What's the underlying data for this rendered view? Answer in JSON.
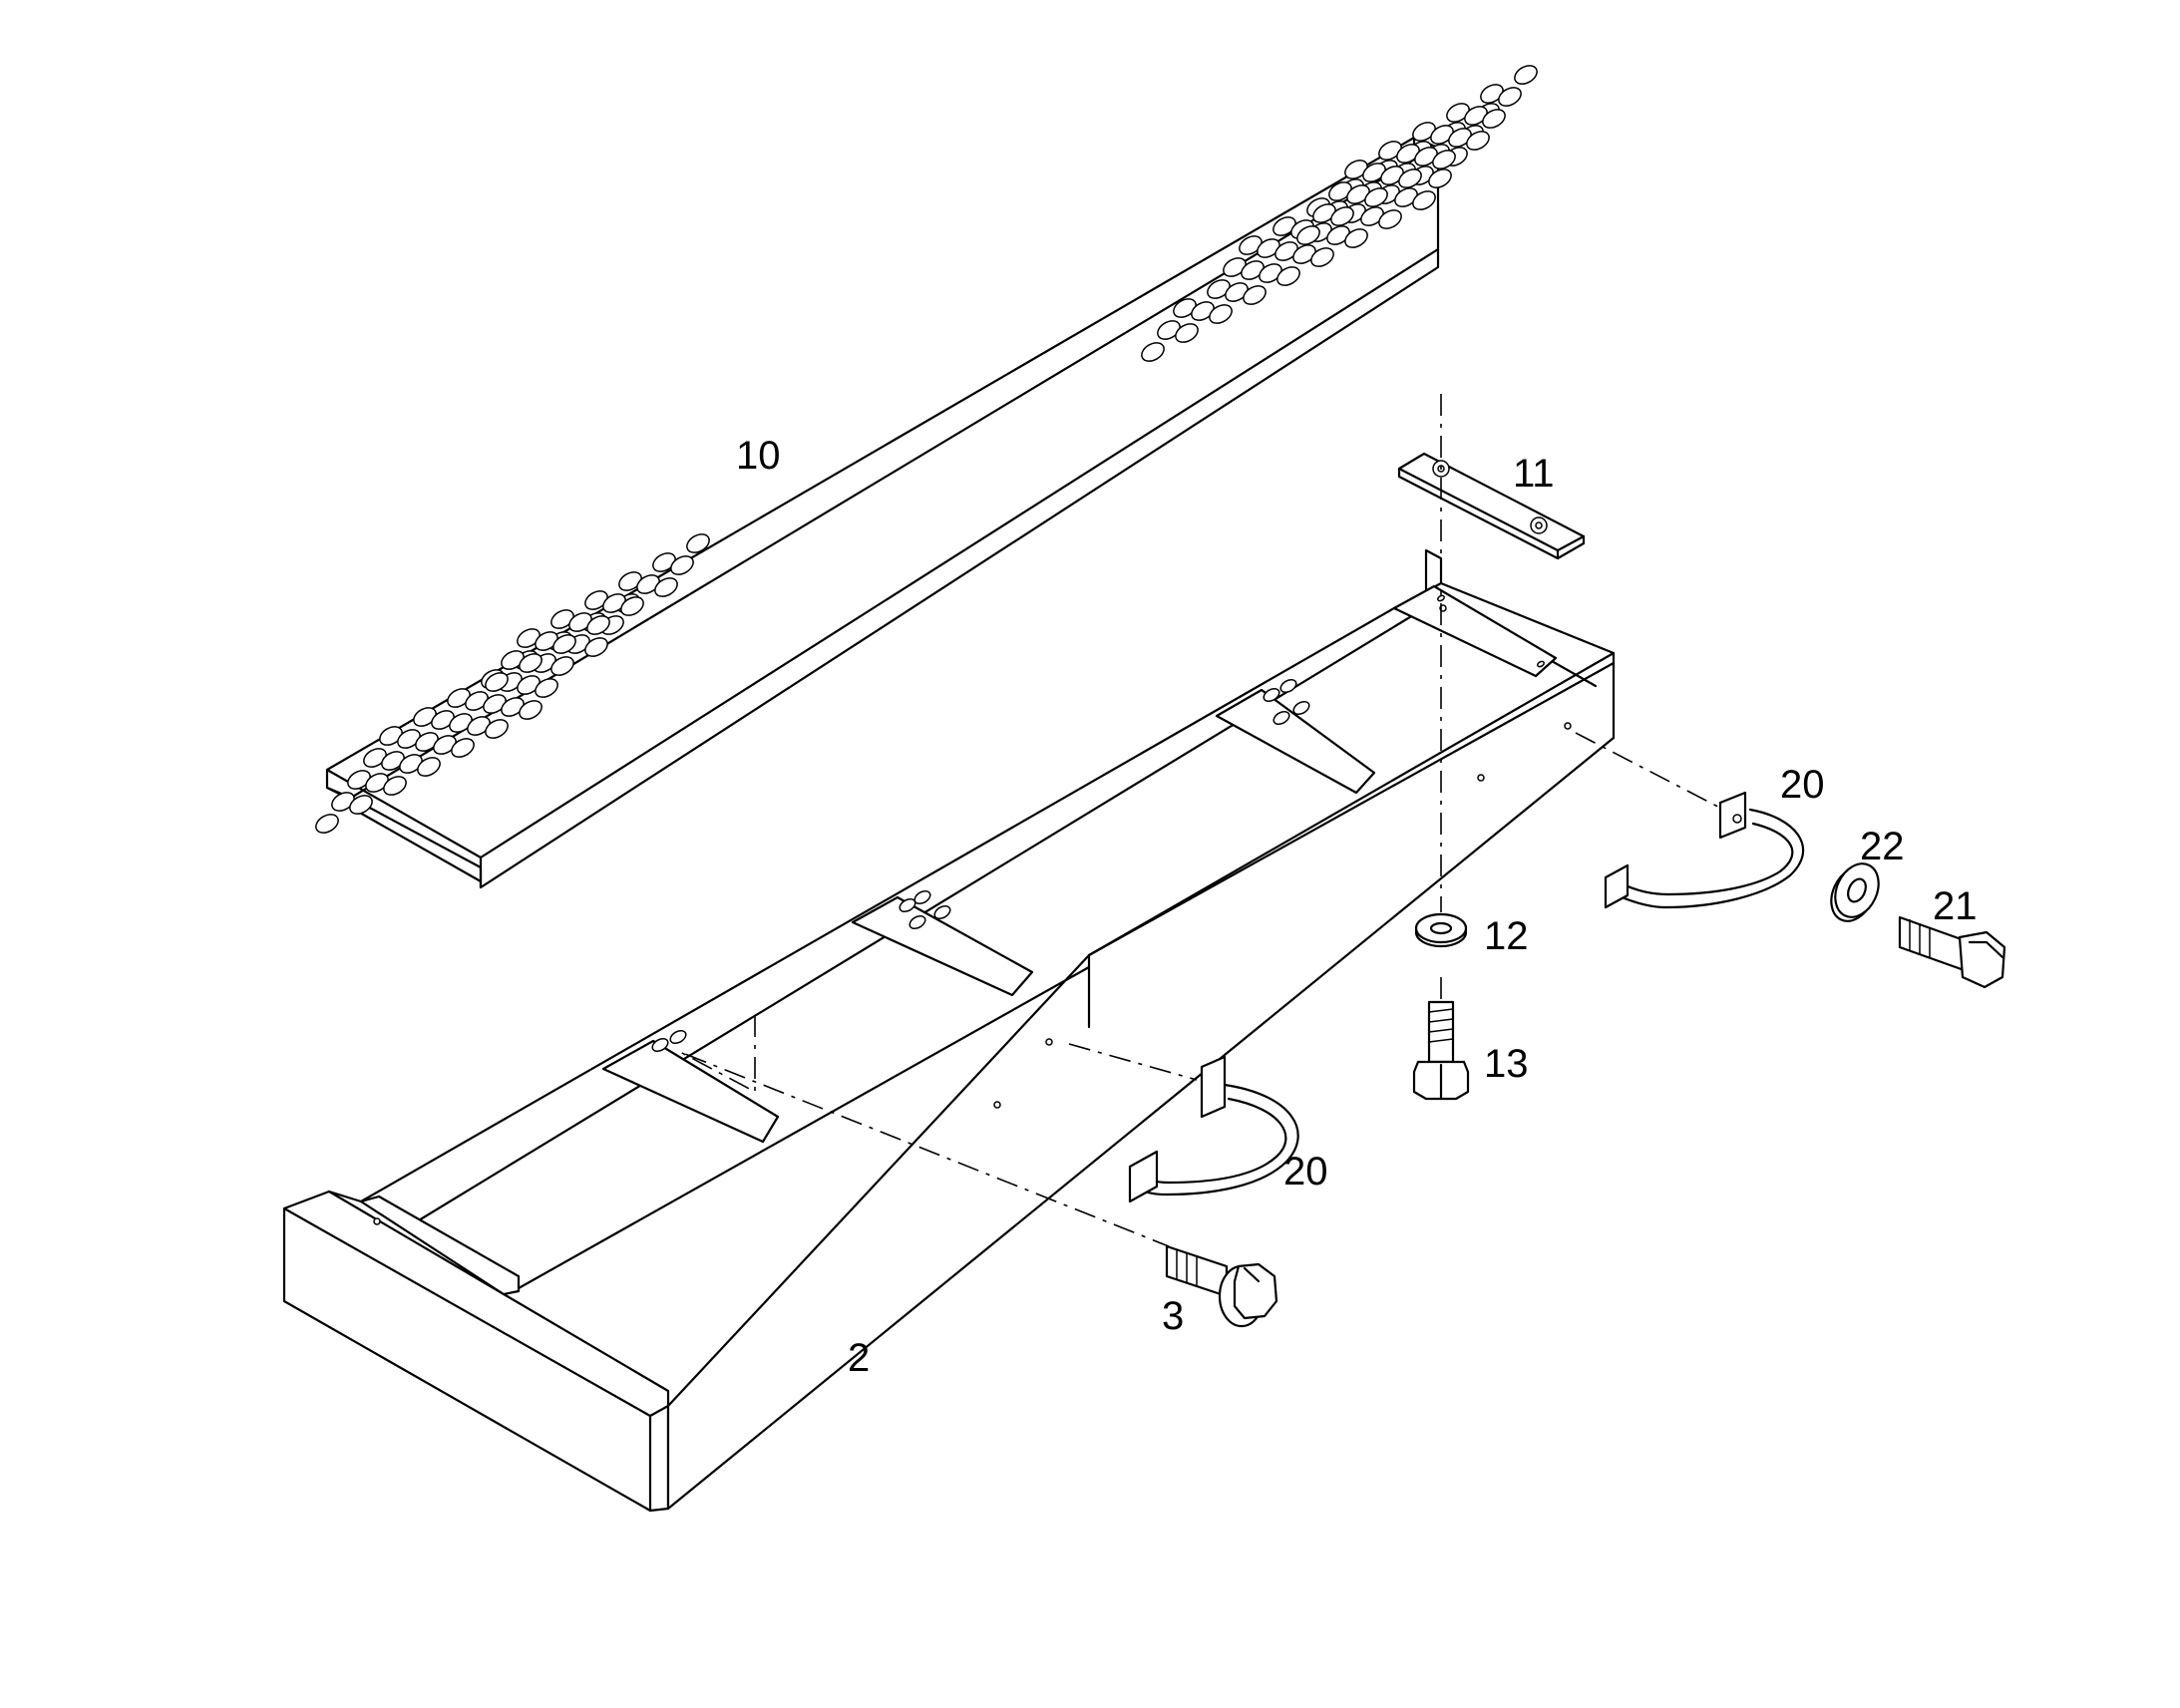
{
  "callouts": [
    {
      "id": "step-cover",
      "label": "10"
    },
    {
      "id": "cover-plate",
      "label": "11"
    },
    {
      "id": "handle-right",
      "label": "20"
    },
    {
      "id": "washer-large",
      "label": "22"
    },
    {
      "id": "bolt-hex-right",
      "label": "21"
    },
    {
      "id": "washer-small",
      "label": "12"
    },
    {
      "id": "bolt-vertical",
      "label": "13"
    },
    {
      "id": "handle-left",
      "label": "20"
    },
    {
      "id": "flange-bolt",
      "label": "3"
    },
    {
      "id": "frame",
      "label": "2"
    }
  ],
  "colors": {
    "line": "#000000",
    "background": "#ffffff"
  }
}
